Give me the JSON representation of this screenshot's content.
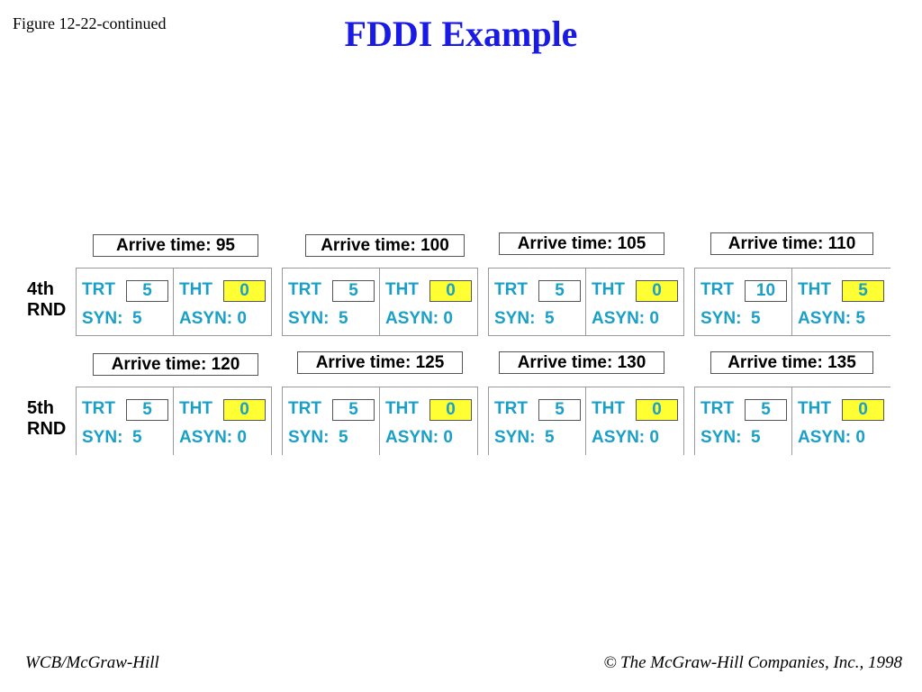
{
  "figure_label": "Figure 12-22-continued",
  "title": "FDDI Example",
  "footer_left": "WCB/McGraw-Hill",
  "footer_copyright_symbol": "©",
  "footer_right": "The McGraw-Hill Companies, Inc., 1998",
  "labels": {
    "trt": "TRT",
    "tht": "THT"
  },
  "colors": {
    "title": "#1a1ae6",
    "value_text": "#1aa0c8",
    "tht_highlight": "#ffff33"
  },
  "rounds": [
    {
      "label_line1": "4th",
      "label_line2": "RND",
      "stations": [
        {
          "arrive": "Arrive time: 95",
          "trt": "5",
          "tht": "0",
          "syn": "SYN:  5",
          "asyn": "ASYN: 0"
        },
        {
          "arrive": "Arrive time: 100",
          "trt": "5",
          "tht": "0",
          "syn": "SYN:  5",
          "asyn": "ASYN: 0"
        },
        {
          "arrive": "Arrive time: 105",
          "trt": "5",
          "tht": "0",
          "syn": "SYN:  5",
          "asyn": "ASYN: 0"
        },
        {
          "arrive": "Arrive time: 110",
          "trt": "10",
          "tht": "5",
          "syn": "SYN:  5",
          "asyn": "ASYN: 5"
        }
      ]
    },
    {
      "label_line1": "5th",
      "label_line2": "RND",
      "stations": [
        {
          "arrive": "Arrive time: 120",
          "trt": "5",
          "tht": "0",
          "syn": "SYN:  5",
          "asyn": "ASYN: 0"
        },
        {
          "arrive": "Arrive time: 125",
          "trt": "5",
          "tht": "0",
          "syn": "SYN:  5",
          "asyn": "ASYN: 0"
        },
        {
          "arrive": "Arrive time: 130",
          "trt": "5",
          "tht": "0",
          "syn": "SYN:  5",
          "asyn": "ASYN: 0"
        },
        {
          "arrive": "Arrive time: 135",
          "trt": "5",
          "tht": "0",
          "syn": "SYN:  5",
          "asyn": "ASYN: 0"
        }
      ]
    }
  ]
}
